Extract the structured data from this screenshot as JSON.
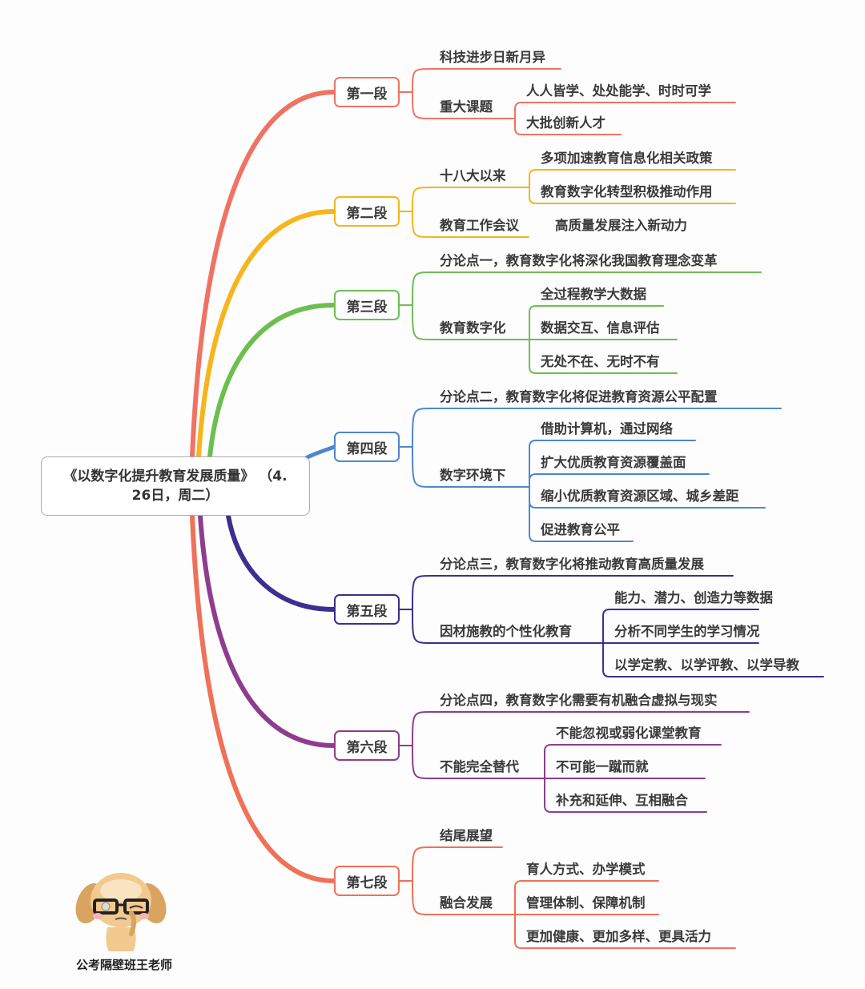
{
  "title": "《以数字化提升教育发展质量》 （4.26日，周二）",
  "title_lines": [
    "《以数字化提升教育发展质量》 （4.",
    "26日，周二）"
  ],
  "author": "公考隔壁班王老师",
  "mascot_icon": "glasses-puppy-mascot-icon",
  "sections": [
    {
      "label": "第一段",
      "color": "#ef7363",
      "children": [
        {
          "label": "科技进步日新月异",
          "children": []
        },
        {
          "label": "重大课题",
          "children": [
            "人人皆学、处处能学、时时可学",
            "大批创新人才"
          ]
        }
      ]
    },
    {
      "label": "第二段",
      "color": "#f5b51c",
      "children": [
        {
          "label": "十八大以来",
          "children": [
            "多项加速教育信息化相关政策",
            "教育数字化转型积极推动作用"
          ]
        },
        {
          "label": "教育工作会议",
          "children": [
            "高质量发展注入新动力"
          ]
        }
      ]
    },
    {
      "label": "第三段",
      "color": "#6cbf4f",
      "children": [
        {
          "label": "分论点一，教育数字化将深化我国教育理念变革",
          "children": []
        },
        {
          "label": "教育数字化",
          "children": [
            "全过程教学大数据",
            "数据交互、信息评估",
            "无处不在、无时不有"
          ]
        }
      ]
    },
    {
      "label": "第四段",
      "color": "#4e86cf",
      "children": [
        {
          "label": "分论点二，教育数字化将促进教育资源公平配置",
          "children": []
        },
        {
          "label": "数字环境下",
          "children": [
            "借助计算机，通过网络",
            "扩大优质教育资源覆盖面",
            "缩小优质教育资源区域、城乡差距",
            "促进教育公平"
          ]
        }
      ]
    },
    {
      "label": "第五段",
      "color": "#3b2f8f",
      "children": [
        {
          "label": "分论点三，教育数字化将推动教育高质量发展",
          "children": []
        },
        {
          "label": "因材施教的个性化教育",
          "children": [
            "能力、潜力、创造力等数据",
            "分析不同学生的学习情况",
            "以学定教、以学评教、以学导教"
          ]
        }
      ]
    },
    {
      "label": "第六段",
      "color": "#8e3d8e",
      "children": [
        {
          "label": "分论点四，教育数字化需要有机融合虚拟与现实",
          "children": []
        },
        {
          "label": "不能完全替代",
          "children": [
            "不能忽视或弱化课堂教育",
            "不可能一蹴而就",
            "补充和延伸、互相融合"
          ]
        }
      ]
    },
    {
      "label": "第七段",
      "color": "#f07058",
      "children": [
        {
          "label": "结尾展望",
          "children": []
        },
        {
          "label": "融合发展",
          "children": [
            "育人方式、办学模式",
            "管理体制、保障机制",
            "更加健康、更加多样、更具活力"
          ]
        }
      ]
    }
  ]
}
